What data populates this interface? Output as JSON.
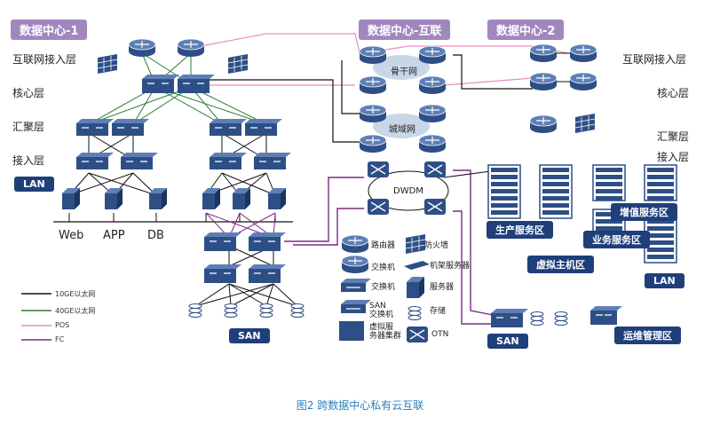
{
  "dc1": {
    "title": "数据中心-1"
  },
  "dc_interconnect": {
    "title": "数据中心-互联"
  },
  "dc2": {
    "title": "数据中心-2"
  },
  "layers_left": {
    "internet_access": "互联网接入层",
    "core": "核心层",
    "aggregation": "汇聚层",
    "access": "接入层"
  },
  "layers_right": {
    "internet_access": "互联网接入层",
    "core": "核心层",
    "aggregation": "汇聚层",
    "access": "接入层"
  },
  "left": {
    "lan": "LAN",
    "web": "Web",
    "app": "APP",
    "db": "DB",
    "san": "SAN"
  },
  "middle": {
    "backbone": "骨干网",
    "metro": "城域网",
    "dwdm": "DWDM"
  },
  "right": {
    "value_added": "增值服务区",
    "production": "生产服务区",
    "business": "业务服务区",
    "virtual_host": "虚拟主机区",
    "lan": "LAN",
    "san": "SAN",
    "ops": "运维管理区"
  },
  "legend": {
    "lines": [
      {
        "label": "10GE以太网",
        "color": "#111111"
      },
      {
        "label": "40GE以太网",
        "color": "#2e7d32"
      },
      {
        "label": "POS",
        "color": "#e98bc1"
      },
      {
        "label": "FC",
        "color": "#7b2b83"
      }
    ]
  },
  "device_legend": {
    "router": "路由器",
    "firewall": "防火墙",
    "switch1": "交换机",
    "rack_server": "机架服务器",
    "switch2": "交换机",
    "server": "服务器",
    "san_switch": "SAN\n交换机",
    "storage": "存储",
    "vm_cluster": "虚拟服\n务器集群",
    "otn": "OTN"
  },
  "caption": "图2  跨数据中心私有云互联",
  "colors": {
    "device": "#2d4f86",
    "device_light": "#5d7fb6",
    "tag": "#a287bf"
  }
}
